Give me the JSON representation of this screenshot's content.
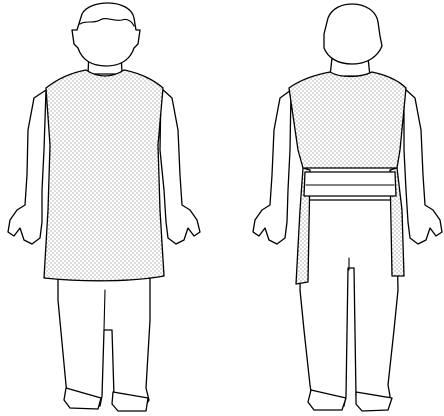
{
  "figure": {
    "views": [
      {
        "id": "front",
        "garment": "apron",
        "pattern": "stipple"
      },
      {
        "id": "back",
        "garment": "apron",
        "pattern": "stipple",
        "waist_band": true
      }
    ],
    "colors": {
      "line": "#000000",
      "background": "#ffffff",
      "stipple_dot": "#555555"
    }
  }
}
